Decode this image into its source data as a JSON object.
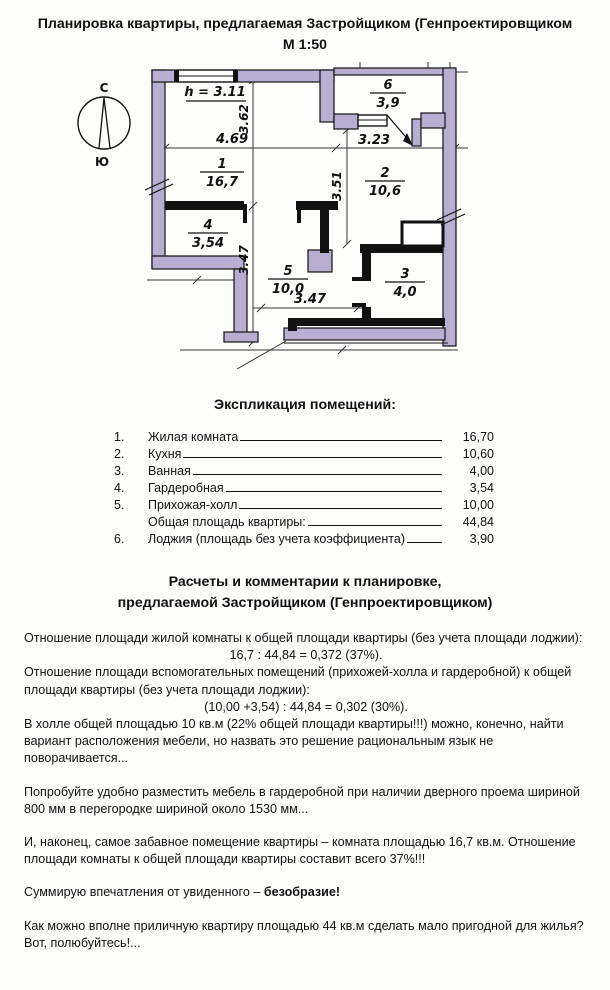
{
  "title": {
    "line1": "Планировка квартиры, предлагаемая Застройщиком (Генпроектировщиком",
    "line2": "М 1:50"
  },
  "plan": {
    "compass": {
      "north": "С",
      "south": "Ю"
    },
    "ceiling_height_label": "h = 3.11",
    "rooms": [
      {
        "num": "1",
        "area": "16,7"
      },
      {
        "num": "2",
        "area": "10,6"
      },
      {
        "num": "3",
        "area": "4,0"
      },
      {
        "num": "4",
        "area": "3,54"
      },
      {
        "num": "5",
        "area": "10,0"
      },
      {
        "num": "6",
        "area": "3,9"
      }
    ],
    "dims": {
      "room1_width": "4.69",
      "room1_height": "3.62",
      "kitchen_width": "3.23",
      "kitchen_height": "3.51",
      "hall_height": "3.47",
      "hall_width": "3.47"
    },
    "colors": {
      "wall_fill": "#b7aed2",
      "ink": "#111111"
    }
  },
  "explication": {
    "heading": "Экспликация помещений:",
    "rows": [
      {
        "num": "1.",
        "label": "Жилая комната",
        "value": "16,70"
      },
      {
        "num": "2.",
        "label": "Кухня",
        "value": "10,60"
      },
      {
        "num": "3.",
        "label": "Ванная",
        "value": "4,00"
      },
      {
        "num": "4.",
        "label": "Гардеробная",
        "value": "3,54"
      },
      {
        "num": "5.",
        "label": "Прихожая-холл",
        "value": "10,00"
      },
      {
        "num": "",
        "label": "Общая площадь квартиры:",
        "value": "44,84"
      },
      {
        "num": "6.",
        "label": "Лоджия (площадь без учета коэффициента)",
        "value": "3,90"
      }
    ]
  },
  "comments": {
    "heading_line1": "Расчеты и комментарии к планировке,",
    "heading_line2": "предлагаемой Застройщиком (Генпроектировщиком)",
    "p1": {
      "text": "Отношение площади жилой комнаты к общей площади квартиры (без учета площади лоджии):",
      "formula": "16,7 : 44,84 = 0,372 (37%)."
    },
    "p2": {
      "text": "Отношение площади вспомогательных помещений (прихожей-холла и гардеробной) к общей площади квартиры (без учета площади лоджии):",
      "formula": "(10,00 +3,54) : 44,84 = 0,302 (30%)."
    },
    "p3": "В холле общей площадью 10 кв.м (22% общей площади квартиры!!!) можно, конечно, найти вариант расположения мебели, но назвать это решение рациональным язык не поворачивается...",
    "p4": "Попробуйте удобно разместить мебель в гардеробной при наличии дверного проема шириной 800 мм в перегородке шириной около 1530 мм...",
    "p5": "И, наконец, самое забавное помещение квартиры – комната площадью 16,7 кв.м. Отношение площади комнаты к общей площади квартиры составит всего 37%!!!",
    "p6_prefix": "Суммирую впечатления от увиденного – ",
    "p6_bold": "безобразие!",
    "p7": "Как можно вполне приличную квартиру площадью 44 кв.м сделать мало пригодной для жилья? Вот, полюбуйтесь!..."
  }
}
